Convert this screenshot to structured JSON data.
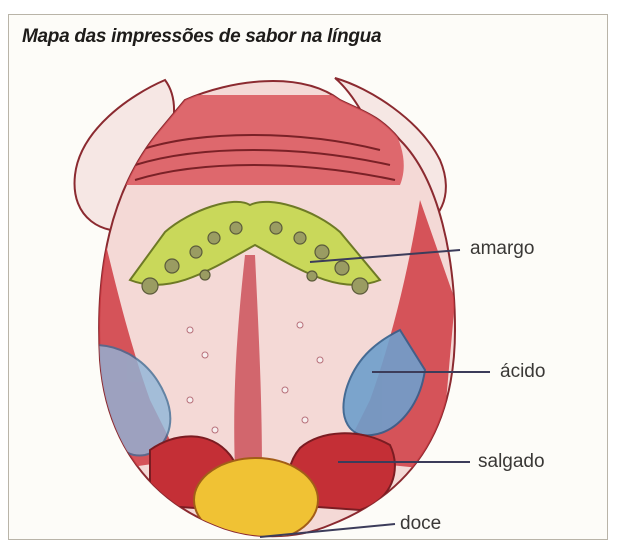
{
  "title": "Mapa das impressões de sabor na língua",
  "labels": {
    "amargo": "amargo",
    "acido": "ácido",
    "salgado": "salgado",
    "doce": "doce"
  },
  "colors": {
    "tongue_red": "#c8313a",
    "tongue_pink": "#f4d9d6",
    "bitter_green": "#c9d85a",
    "sour_blue": "#6f9fcc",
    "sweet_yellow": "#f0c234",
    "leader_line": "#3c3c5a"
  }
}
